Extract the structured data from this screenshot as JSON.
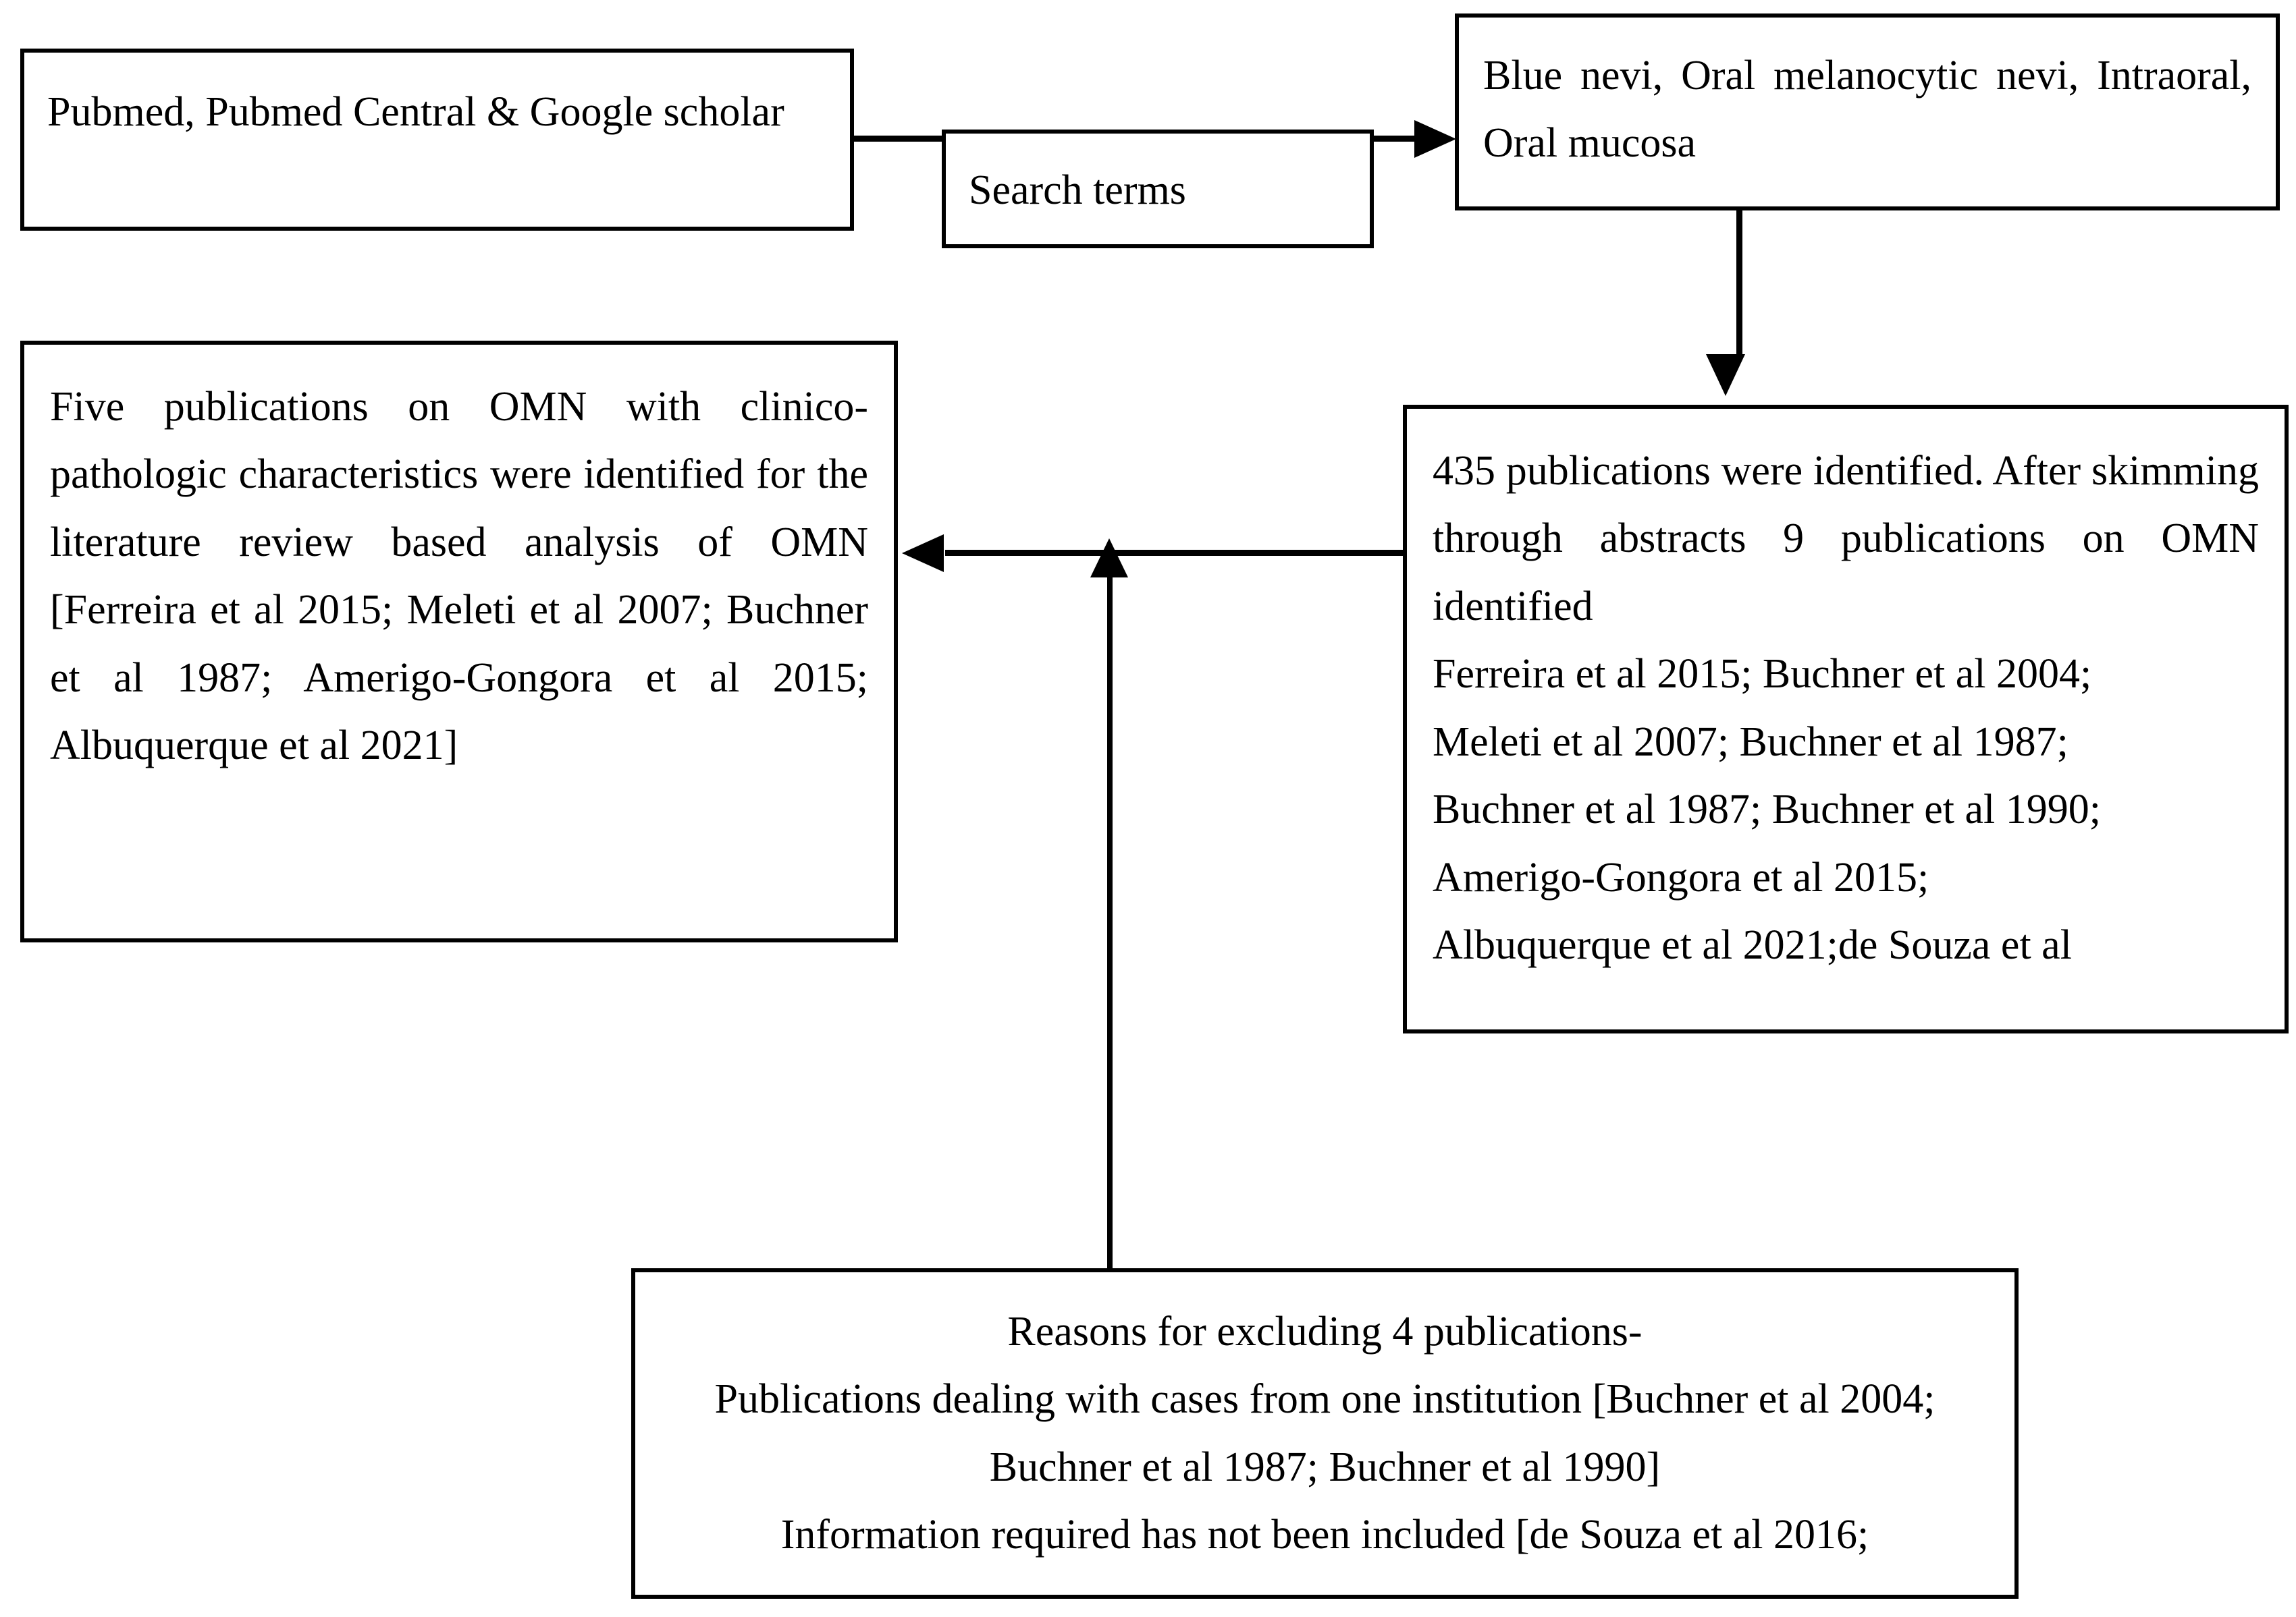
{
  "diagram": {
    "title": "Literature search flowchart for oral melanocytic nevi (OMN)",
    "nodes": {
      "sources": {
        "label": "databases-searched",
        "lines": [
          "Pubmed, Pubmed Central & Google scholar"
        ]
      },
      "search_terms_label": {
        "label": "search-terms",
        "lines": [
          "Search terms"
        ]
      },
      "terms": {
        "label": "search-keywords",
        "lines": [
          "Blue nevi, Oral melanocytic nevi, Intraoral, Oral mucosa"
        ]
      },
      "identified": {
        "label": "records-identified",
        "lines": [
          "435 publications were identified. After skimming through abstracts 9 publications on OMN identified",
          "Ferreira et al 2015; Buchner et al 2004;",
          "Meleti et al 2007; Buchner et al 1987;",
          "Buchner et al 1987; Buchner et al 1990;",
          "Amerigo-Gongora et al 2015;",
          "Albuquerque et al 2021;de Souza et al"
        ]
      },
      "five": {
        "label": "publications-included",
        "lines": [
          "Five publications on OMN with clinico-pathologic characteristics were identified for the literature review based analysis of OMN [Ferreira et al 2015; Meleti et al 2007; Buchner et al 1987; Amerigo-Gongora et al 2015; Albuquerque et al 2021]"
        ]
      },
      "reasons": {
        "label": "exclusion-reasons",
        "lines": [
          "Reasons for excluding 4 publications-",
          "Publications dealing with cases from one institution [Buchner et al 2004; Buchner et al 1987; Buchner et al 1990]",
          "Information required has not been included [de Souza et al 2016;"
        ]
      }
    },
    "connectors": [
      {
        "name": "sources-to-terms",
        "direction": "right"
      },
      {
        "name": "terms-to-identified",
        "direction": "down"
      },
      {
        "name": "identified-to-five",
        "direction": "left"
      },
      {
        "name": "reasons-to-identified-five-link",
        "direction": "up"
      }
    ],
    "colors": {
      "border": "#000000",
      "background": "#ffffff",
      "text": "#000000"
    }
  }
}
